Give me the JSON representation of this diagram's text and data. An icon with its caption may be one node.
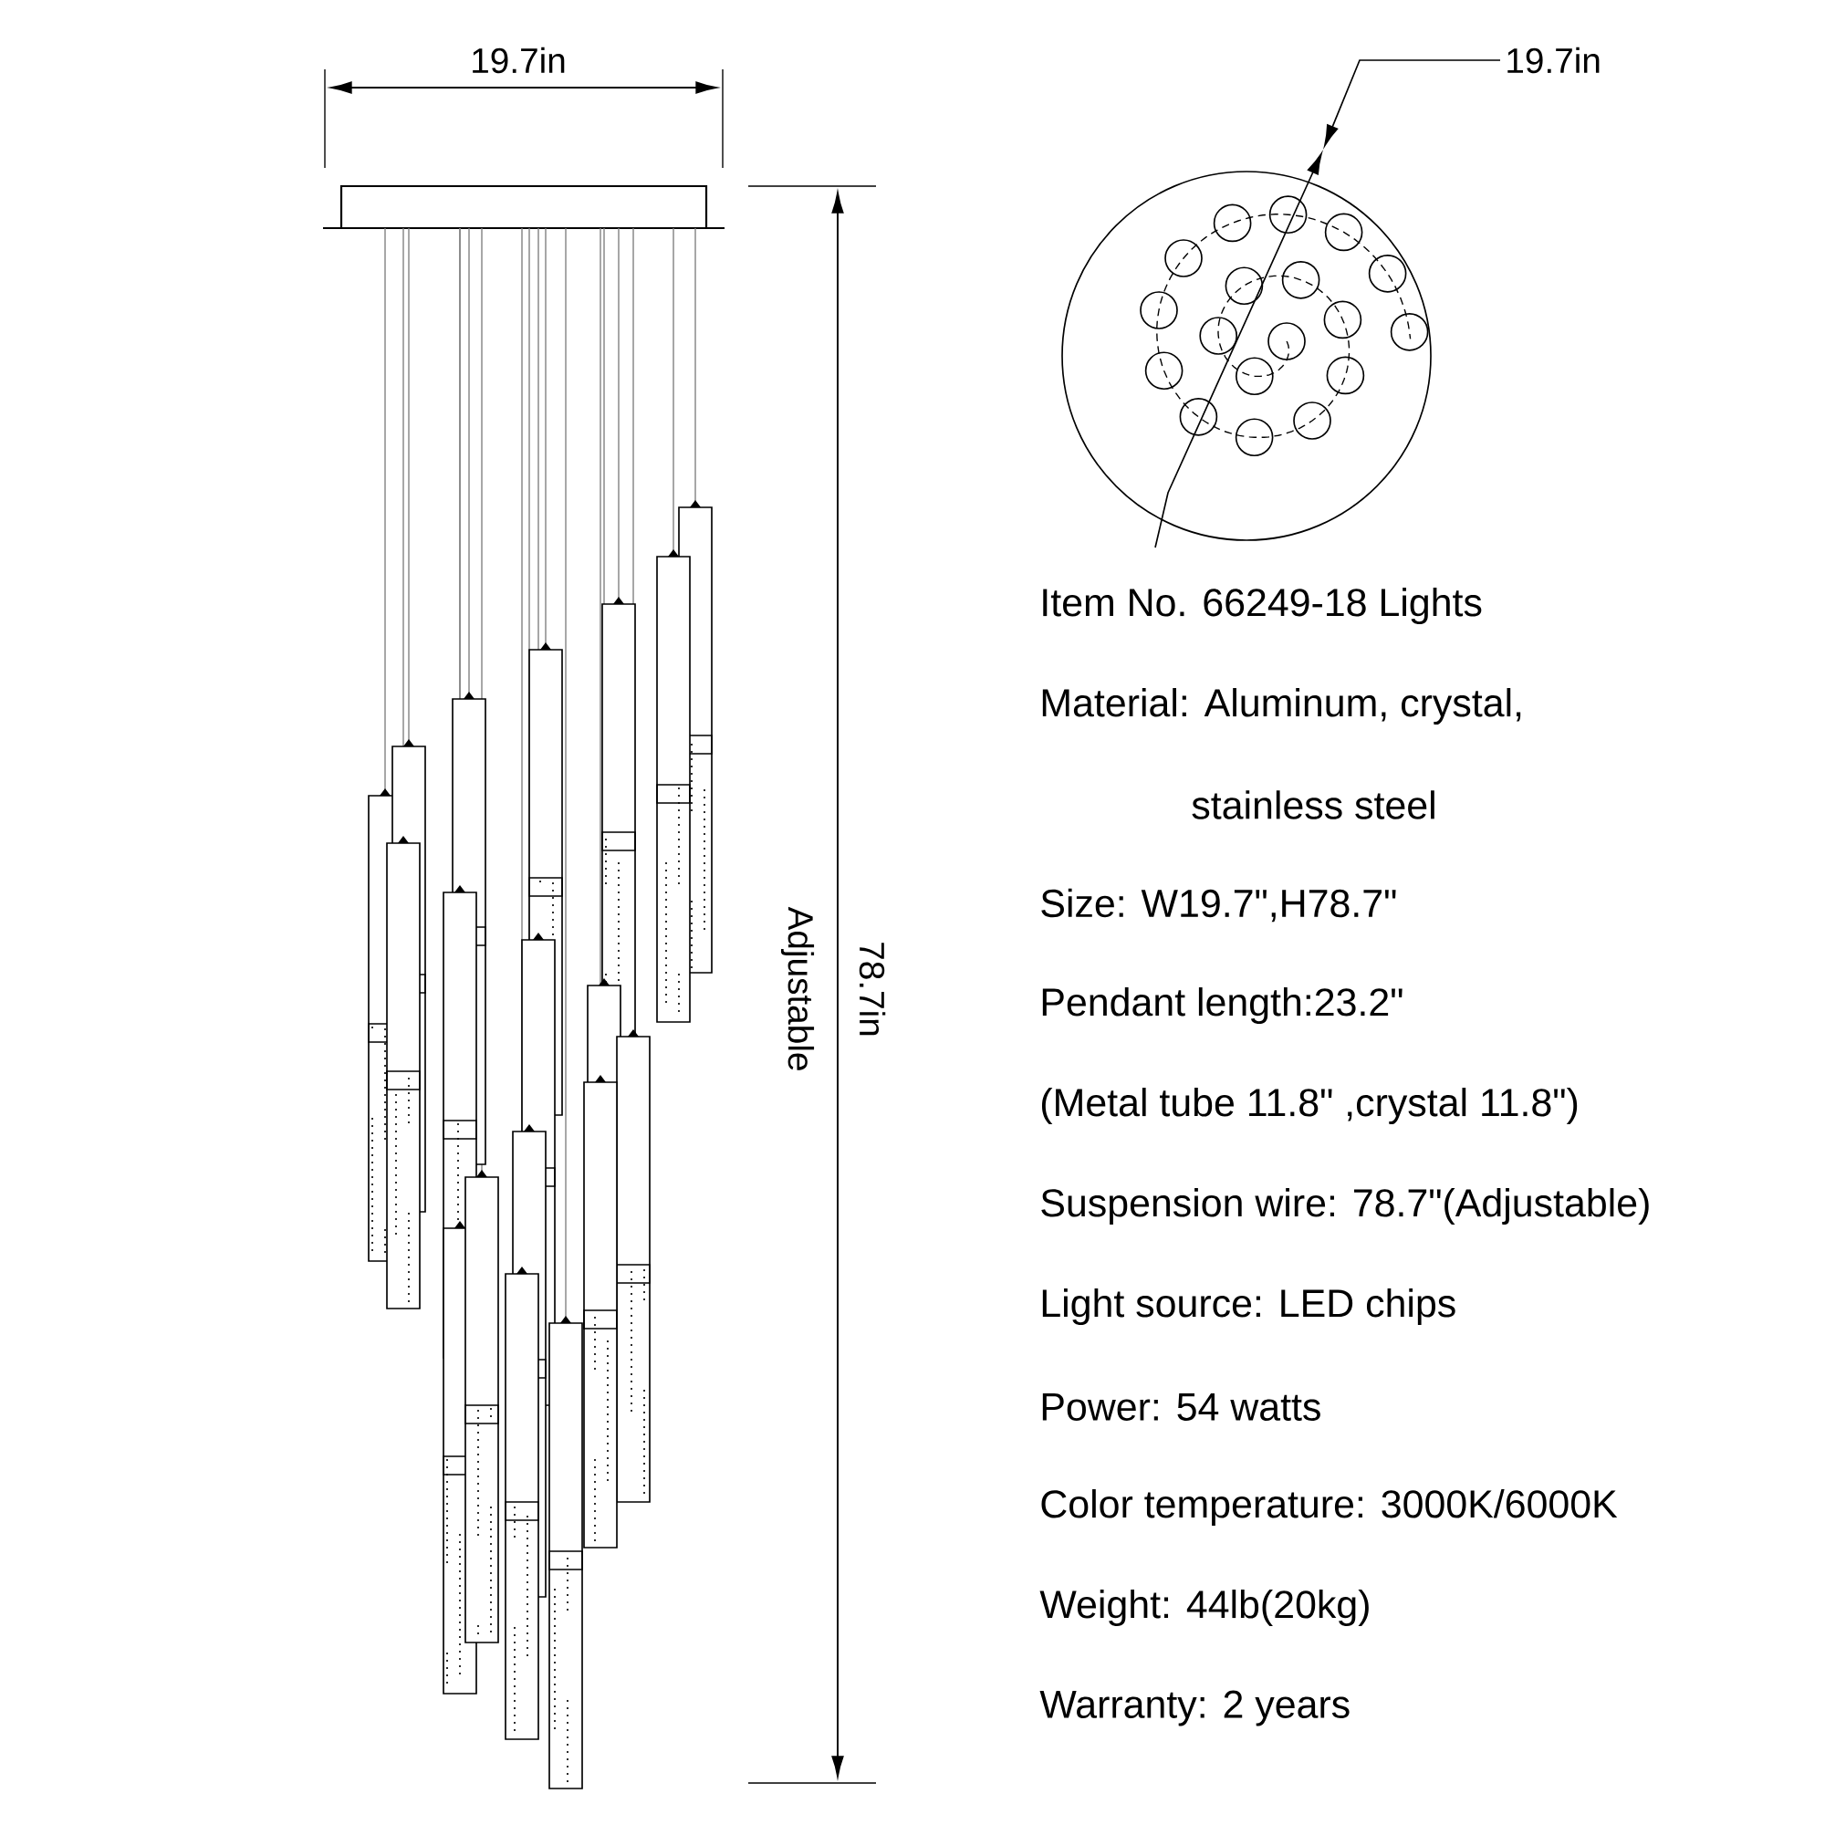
{
  "diagram": {
    "labels": [
      "19.7in",
      "19.7in",
      "Adjustable",
      "78.7in",
      "Item No. 66249-18 Lights",
      "Material: Aluminum, crystal,",
      "stainless steel",
      "Size: W19.7\",H78.7\"",
      "Pendant length:23.2\"",
      "(Metal tube 11.8\" ,crystal 11.8\")",
      "Suspension wire: 78.7\"(Adjustable)",
      "Light source:  LED chips",
      "Power: 54 watts",
      "Color temperature: 3000K/6000K",
      "Weight: 44lb(20kg)",
      "Warranty: 2 years"
    ]
  }
}
